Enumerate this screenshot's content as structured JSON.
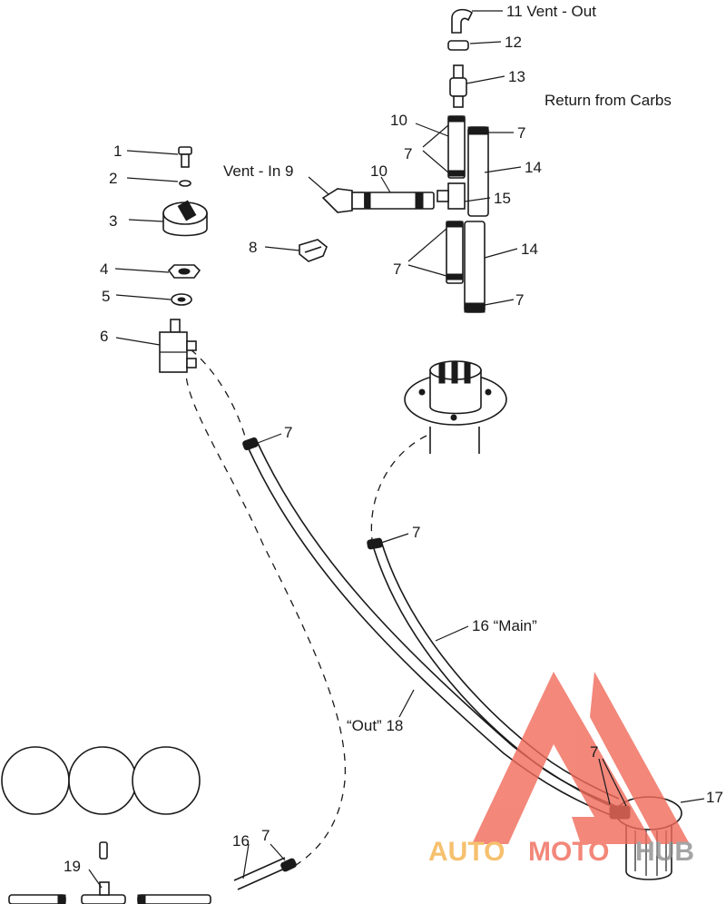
{
  "callouts": [
    {
      "id": "c1",
      "text": "1"
    },
    {
      "id": "c2",
      "text": "2"
    },
    {
      "id": "c3",
      "text": "3"
    },
    {
      "id": "c4",
      "text": "4"
    },
    {
      "id": "c5",
      "text": "5"
    },
    {
      "id": "c6",
      "text": "6"
    },
    {
      "id": "c7a",
      "text": "7"
    },
    {
      "id": "c7b",
      "text": "7"
    },
    {
      "id": "c7c",
      "text": "7"
    },
    {
      "id": "c7d",
      "text": "7"
    },
    {
      "id": "c7e",
      "text": "7"
    },
    {
      "id": "c7f",
      "text": "7"
    },
    {
      "id": "c7g",
      "text": "7"
    },
    {
      "id": "c7h",
      "text": "7"
    },
    {
      "id": "c8",
      "text": "8"
    },
    {
      "id": "c9",
      "text": "Vent - In 9"
    },
    {
      "id": "c10a",
      "text": "10"
    },
    {
      "id": "c10b",
      "text": "10"
    },
    {
      "id": "c11",
      "text": "11 Vent - Out"
    },
    {
      "id": "c12",
      "text": "12"
    },
    {
      "id": "c13",
      "text": "13"
    },
    {
      "id": "c14a",
      "text": "14"
    },
    {
      "id": "c14b",
      "text": "14"
    },
    {
      "id": "c15",
      "text": "15"
    },
    {
      "id": "c16a",
      "text": "16 “Main”"
    },
    {
      "id": "c16b",
      "text": "16"
    },
    {
      "id": "c17",
      "text": "17"
    },
    {
      "id": "c18",
      "text": "“Out” 18"
    },
    {
      "id": "c19",
      "text": "19"
    },
    {
      "id": "creturn",
      "text": "Return from Carbs"
    }
  ],
  "watermark": {
    "auto": "AUTO",
    "moto": "MOTO",
    "hub": "HUB"
  },
  "colors": {
    "ink": "#1a1a1a",
    "watermark_red": "#f06a5a",
    "watermark_orange": "#f5b14a",
    "watermark_grey": "#8e8e8e"
  }
}
